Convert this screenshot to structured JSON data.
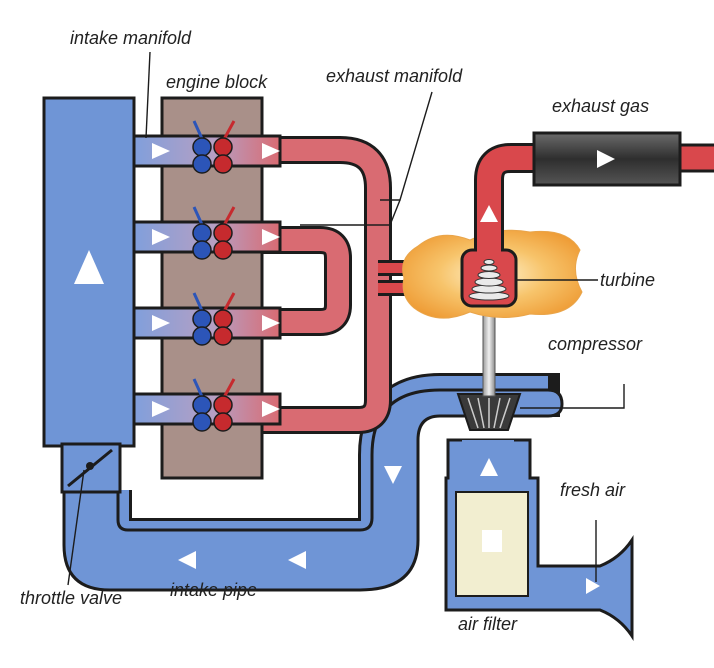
{
  "labels": {
    "intake_manifold": "intake manifold",
    "engine_block": "engine block",
    "exhaust_manifold": "exhaust manifold",
    "exhaust_gas": "exhaust gas",
    "turbine": "turbine",
    "compressor": "compressor",
    "fresh_air": "fresh air",
    "throttle_valve": "throttle valve",
    "intake_pipe": "intake pipe",
    "air_filter": "air filter"
  },
  "colors": {
    "intake_blue": "#6f95d6",
    "exhaust_red": "#d9484c",
    "outline": "#1c1c1c",
    "engine_block": "#a99089",
    "turbine_glow": "#f2a23c",
    "muffler": "#444444",
    "filter": "#f2eed0"
  },
  "cylinders": 4
}
